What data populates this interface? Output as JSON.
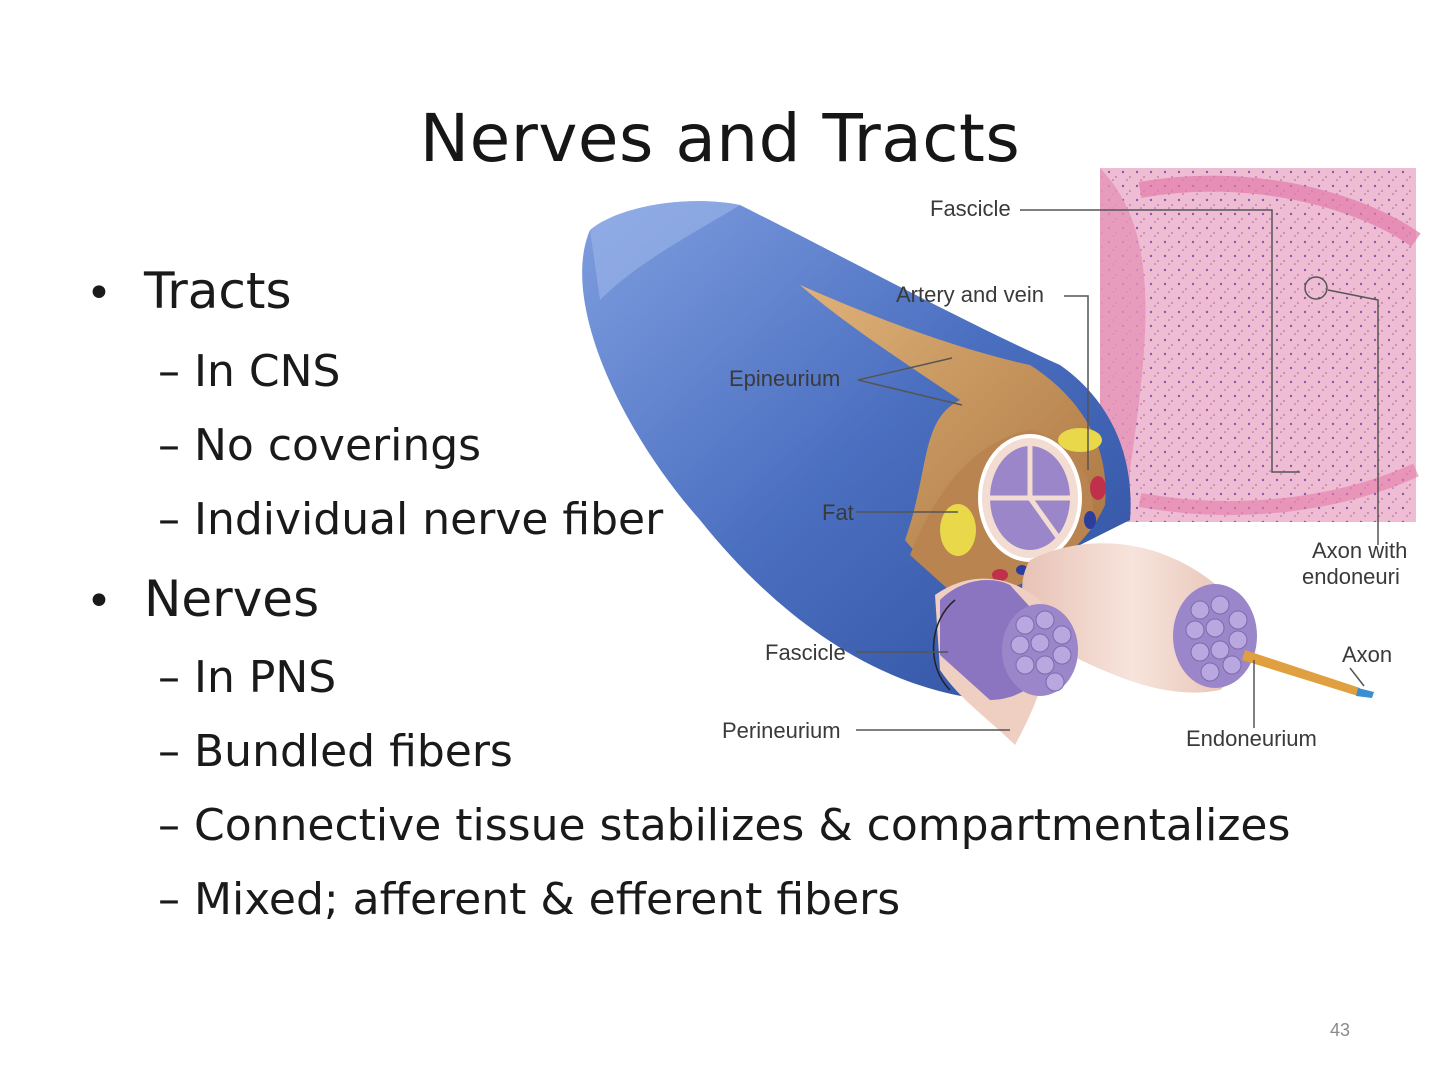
{
  "slide": {
    "title": "Nerves and Tracts",
    "page_number": "43"
  },
  "bullets": [
    {
      "text": "Tracts",
      "subs": [
        "In CNS",
        "No coverings",
        "Individual nerve fiber"
      ]
    },
    {
      "text": "Nerves",
      "subs": [
        "In PNS",
        "Bundled fibers",
        "Connective tissue stabilizes & compartmentalizes",
        "Mixed; afferent & efferent fibers"
      ]
    }
  ],
  "bullet_glyph": "•",
  "sub_glyph": "–",
  "diagram": {
    "labels": {
      "fascicle_top": "Fascicle",
      "artery_vein": "Artery and vein",
      "epineurium": "Epineurium",
      "fat": "Fat",
      "fascicle_bottom": "Fascicle",
      "perineurium": "Perineurium",
      "endoneurium": "Endoneurium",
      "axon": "Axon",
      "axon_endo_line1": "Axon with",
      "axon_endo_line2": "endoneuri"
    },
    "colors": {
      "epineurium_blue": "#4b6fc0",
      "tissue_tan": "#c9955a",
      "fascicle_purple": "#9a86c8",
      "perineurium_pink": "#f2d8cf",
      "fat_yellow": "#e8d84a",
      "micrograph_pink": "#e8a9c4"
    }
  }
}
